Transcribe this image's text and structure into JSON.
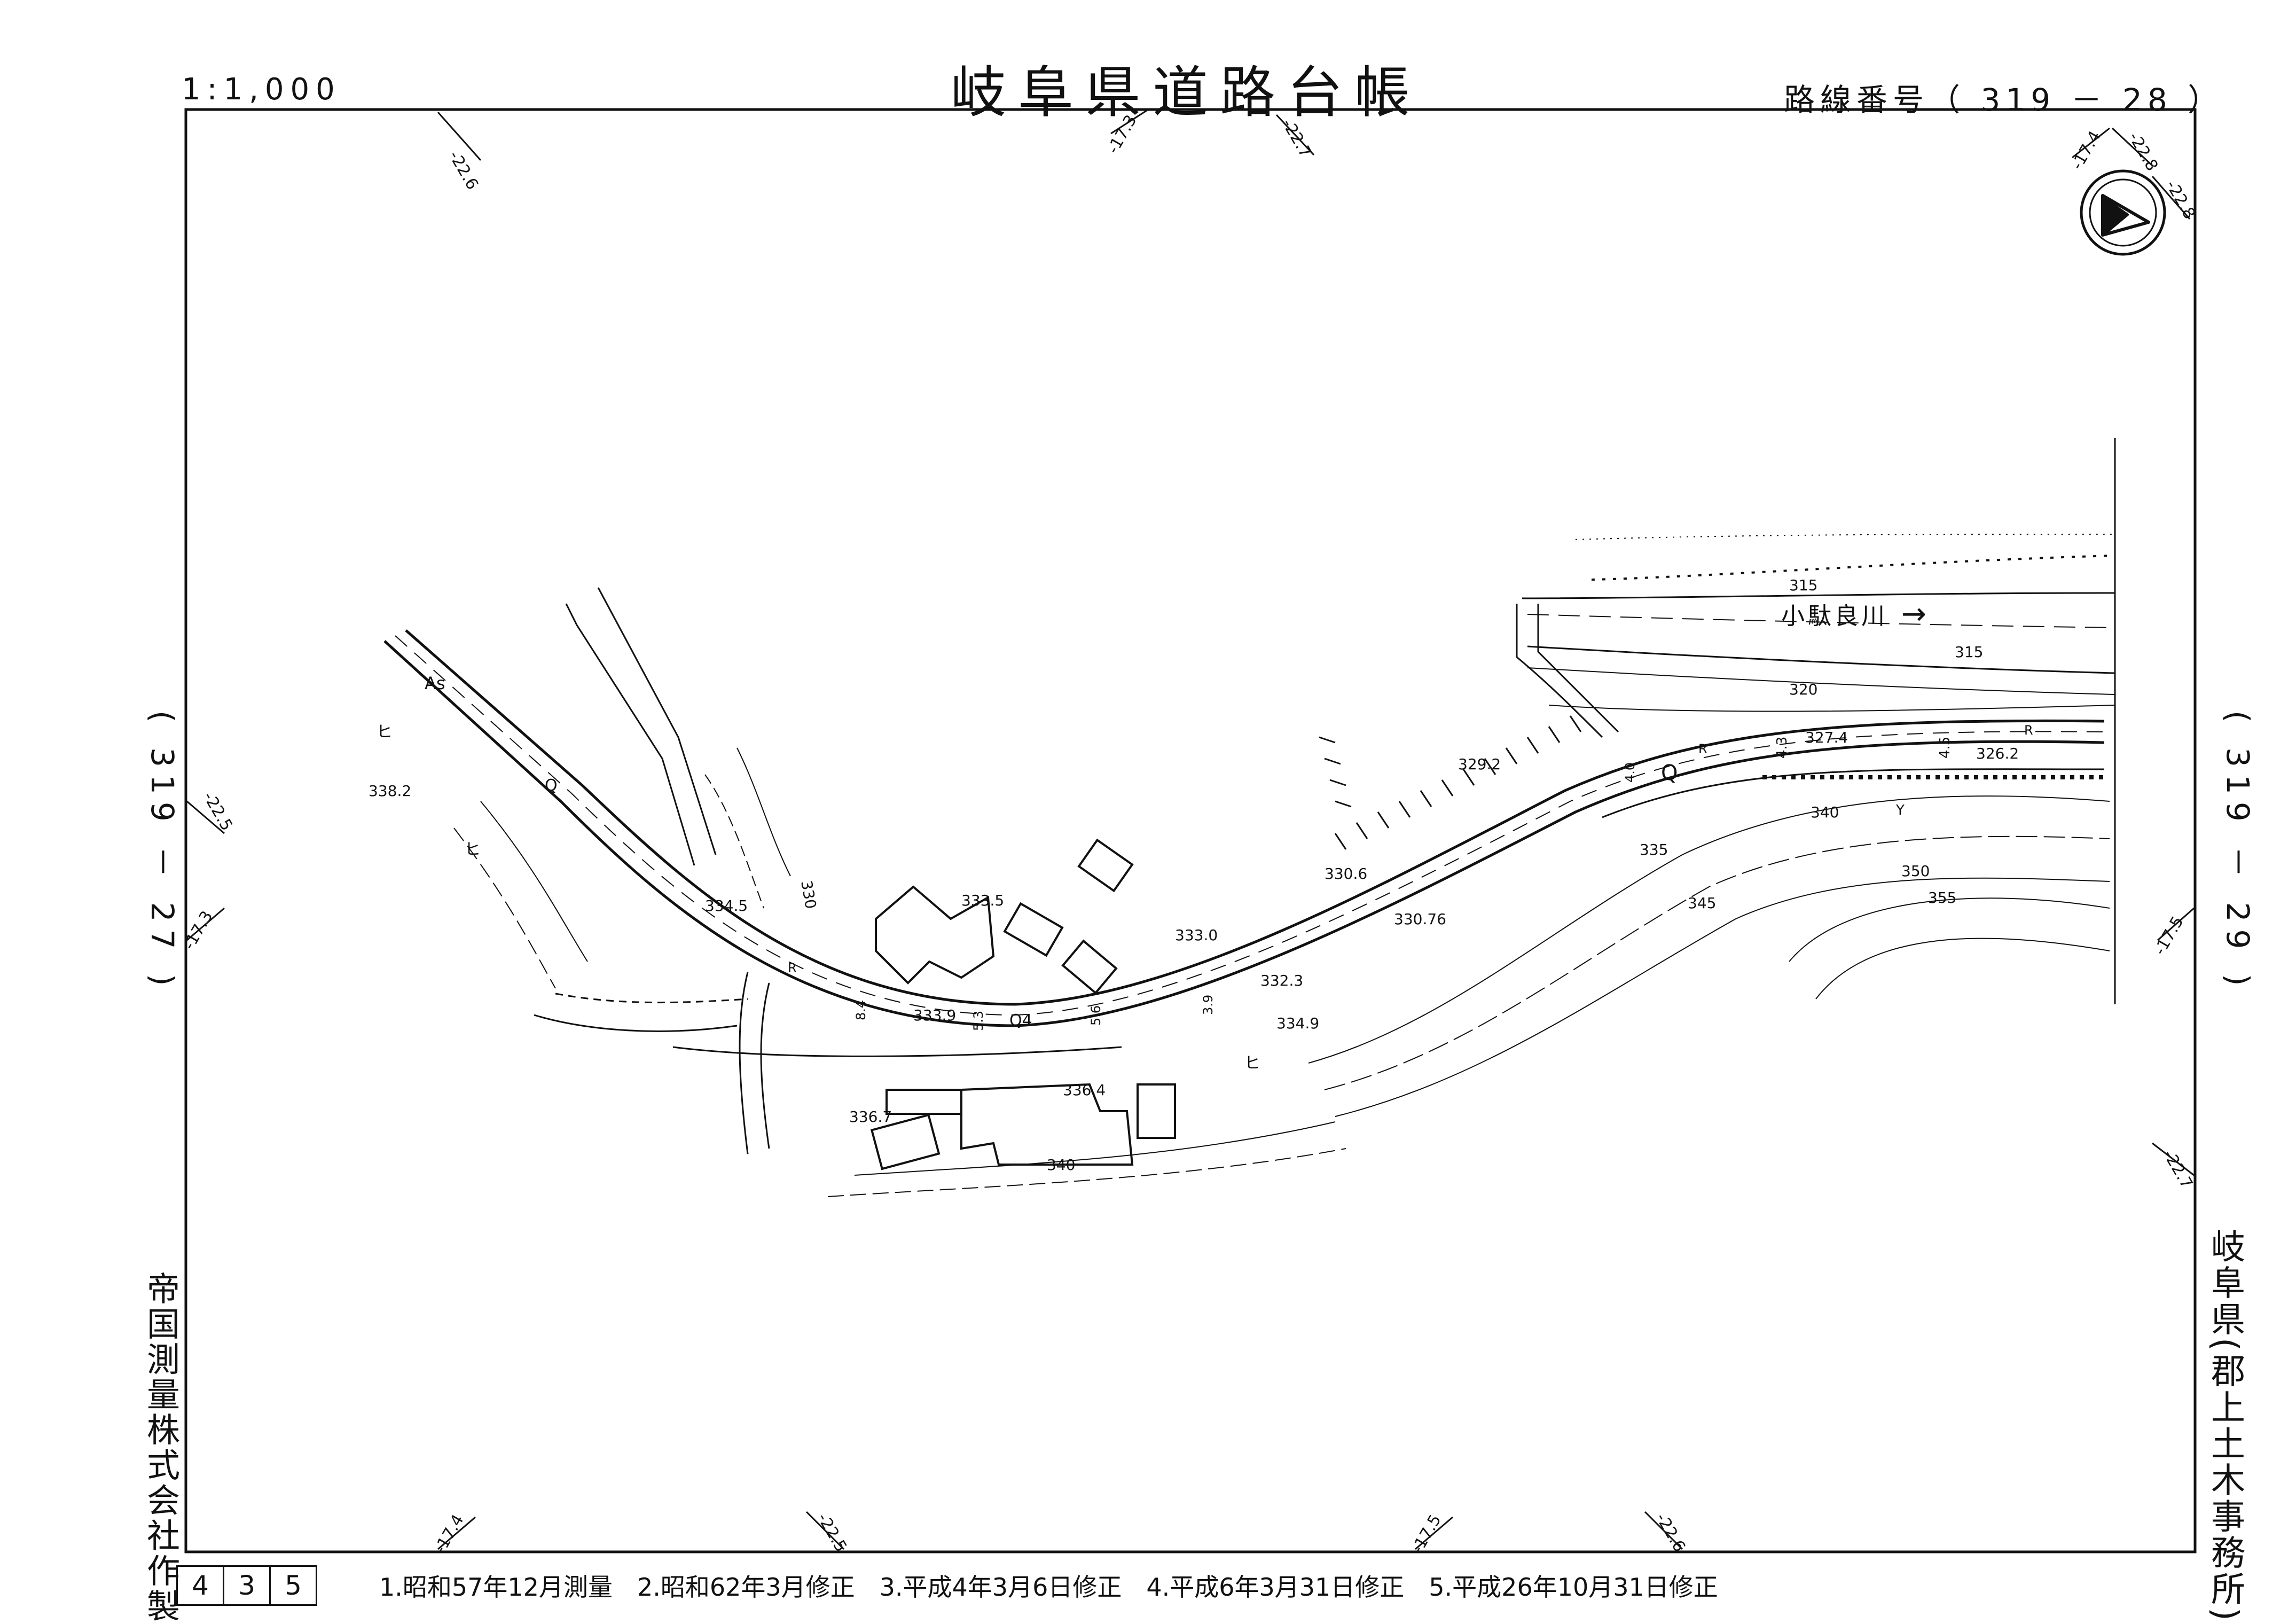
{
  "header": {
    "scale": "1:1,000",
    "title": "岐阜県道路台帳",
    "route_number": "路線番号（ 319 － 28 ）"
  },
  "adjacent_sheets": {
    "left": "( 319 － 27 )",
    "right": "( 319 － 29 )"
  },
  "side_labels": {
    "maker": "帝国測量株式会社作製",
    "office": "岐阜県(郡上土木事務所)"
  },
  "footer": {
    "sheet_index": [
      "4",
      "3",
      "5"
    ],
    "revisions": "1.昭和57年12月測量　2.昭和62年3月修正　3.平成4年3月6日修正　4.平成6年3月31日修正　5.平成26年10月31日修正"
  },
  "map": {
    "north_arrow_icon": "north-arrow-icon",
    "river_label": "小駄良川",
    "river_arrow": "→",
    "surface_label": "As",
    "grid_ticks": {
      "top": [
        "-22.6",
        "-17.3",
        "-22.7",
        "-17.4",
        "-22.8",
        "-22.8"
      ],
      "left": [
        "-22.5",
        "-17.3"
      ],
      "right": [
        "-17.5",
        "-22.7"
      ],
      "bottom": [
        "-17.4",
        "-22.5",
        "-17.5",
        "-22.6"
      ]
    },
    "elevations": [
      "338.2",
      "334.5",
      "333.5",
      "333.9",
      "336.4",
      "336.7",
      "333.0",
      "332.3",
      "334.9",
      "330.6",
      "330.76",
      "329.2",
      "327.4",
      "326.2"
    ],
    "contours": [
      "315",
      "315",
      "320",
      "330",
      "335",
      "340",
      "345",
      "350",
      "355",
      "340"
    ],
    "road_widths": [
      "4.3",
      "4.5",
      "8.4",
      "5.3",
      "5.6",
      "3.9",
      "4.0"
    ],
    "symbols": [
      "Q",
      "Q",
      "R",
      "R",
      "R",
      "Q4",
      "ヒ",
      "ヒ",
      "ヒ",
      "Y"
    ]
  }
}
